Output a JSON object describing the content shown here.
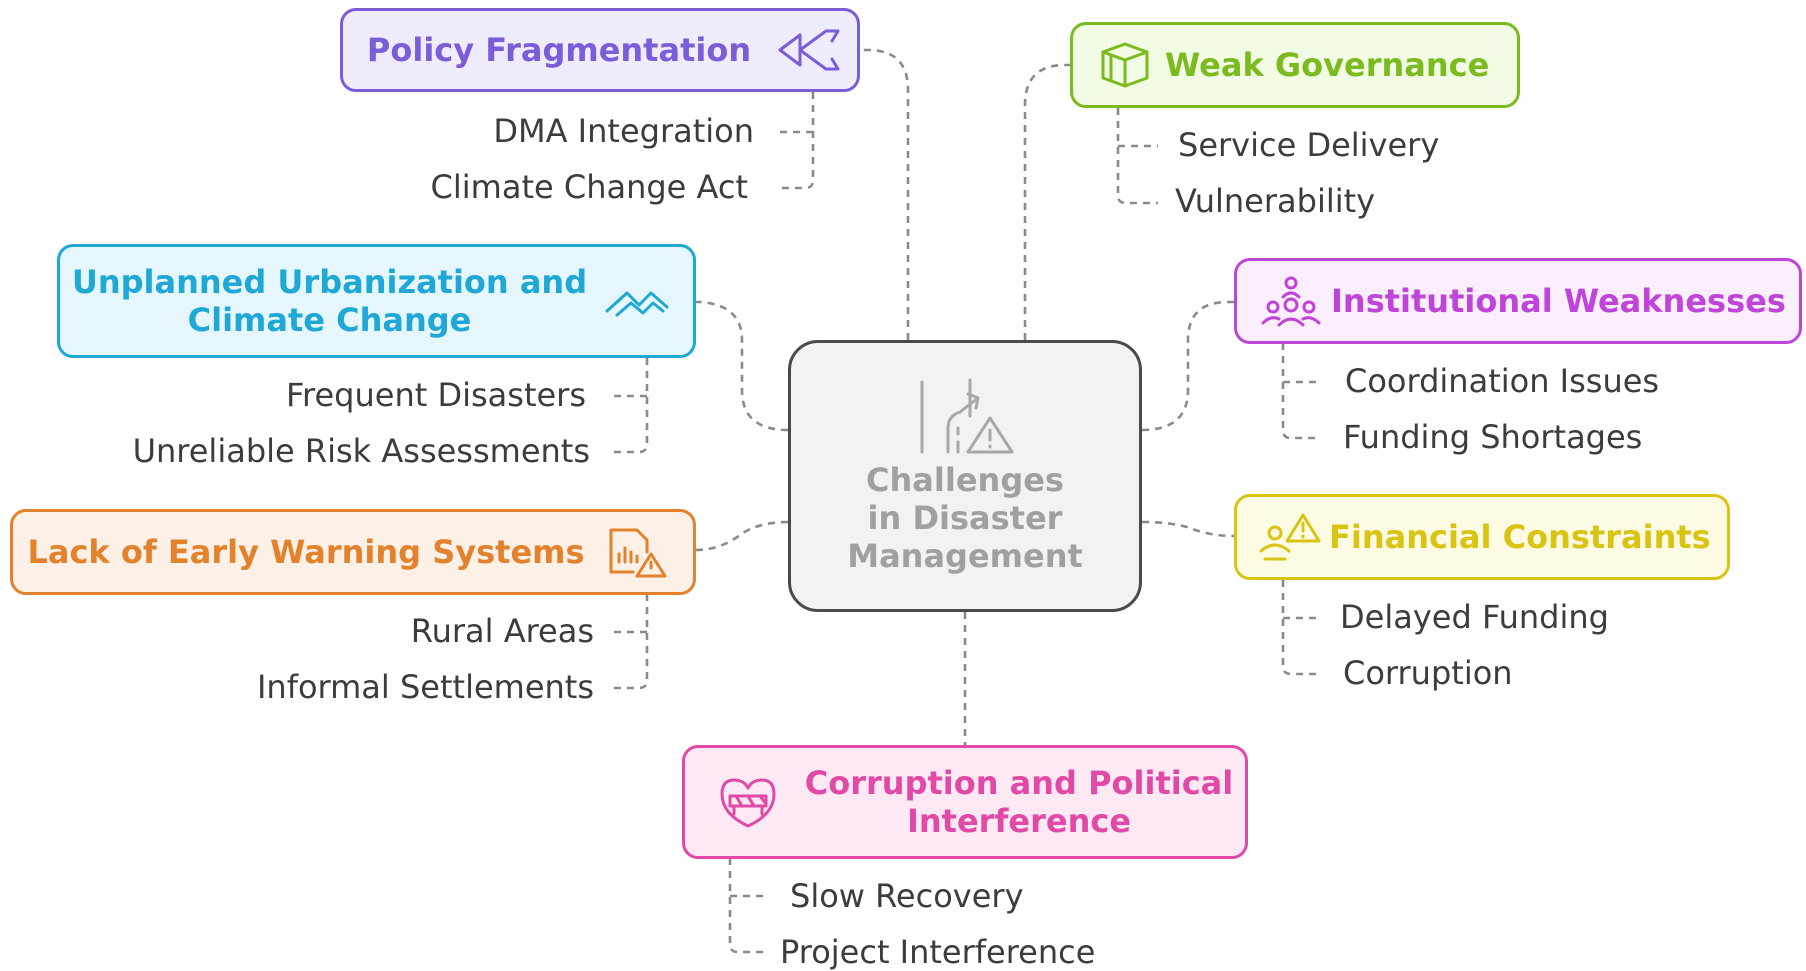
{
  "center": {
    "title": "Challenges\nin Disaster\nManagement",
    "icon": "ladder-warning-icon",
    "color": "#a0a0a0"
  },
  "nodes": {
    "policy": {
      "title": "Policy Fragmentation",
      "icon": "arrows-diverge-icon",
      "color": "#7b5cd9",
      "bg": "#efecfd",
      "items": [
        "DMA Integration",
        "Climate Change Act"
      ]
    },
    "governance": {
      "title": "Weak Governance",
      "icon": "box-icon",
      "color": "#7cbb1f",
      "bg": "#f2fbe3",
      "items": [
        "Service Delivery",
        "Vulnerability"
      ]
    },
    "urban": {
      "title": "Unplanned Urbanization and\nClimate Change",
      "icon": "mountains-icon",
      "color": "#1fa8d6",
      "bg": "#e5f7fd",
      "items": [
        "Frequent Disasters",
        "Unreliable Risk Assessments"
      ]
    },
    "institutional": {
      "title": "Institutional Weaknesses",
      "icon": "people-group-icon",
      "color": "#bf45d8",
      "bg": "#fbeefd",
      "items": [
        "Coordination Issues",
        "Funding Shortages"
      ]
    },
    "warning": {
      "title": "Lack of Early Warning Systems",
      "icon": "report-warning-icon",
      "color": "#e3822c",
      "bg": "#fdf0e6",
      "items": [
        "Rural Areas",
        "Informal Settlements"
      ]
    },
    "financial": {
      "title": "Financial Constraints",
      "icon": "person-warning-icon",
      "color": "#d9c413",
      "bg": "#fdfbe4",
      "items": [
        "Delayed Funding",
        "Corruption"
      ]
    },
    "corruption": {
      "title": "Corruption and Political\nInterference",
      "icon": "shield-barrier-icon",
      "color": "#e04aa6",
      "bg": "#fde9f4",
      "items": [
        "Slow Recovery",
        "Project Interference"
      ]
    }
  }
}
